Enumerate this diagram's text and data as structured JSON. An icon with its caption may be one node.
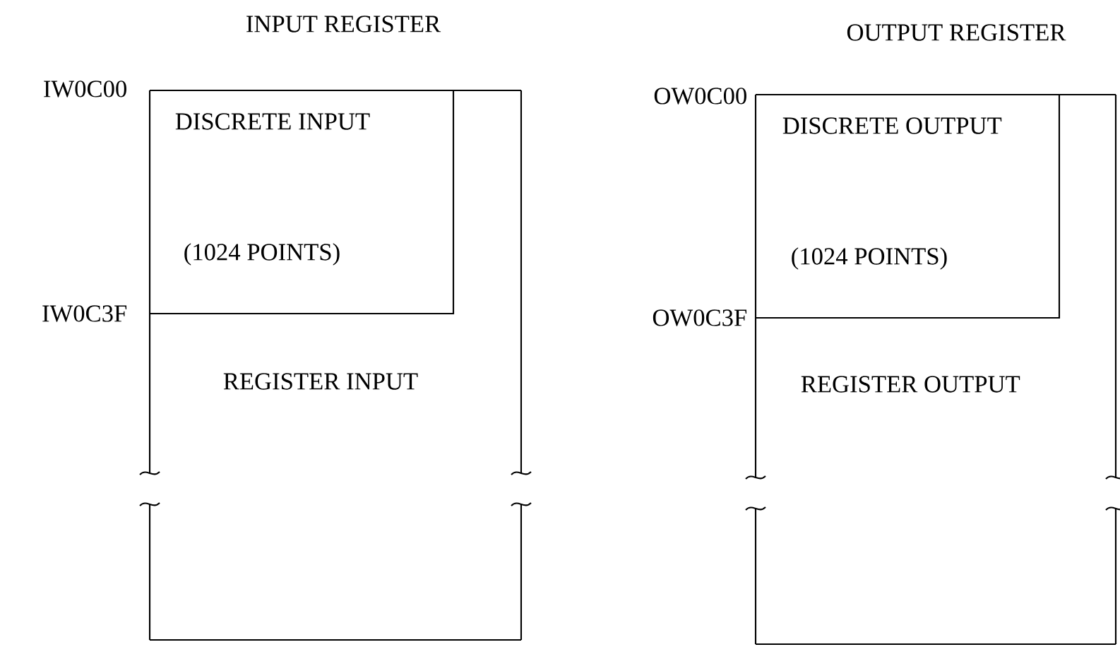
{
  "diagram": {
    "nodes": [
      {
        "text": [
          "REGISTER INPUT"
        ]
      },
      {
        "text": [
          "DISCRETE INPUT",
          "(1024 POINTS)"
        ],
        "in": 0
      },
      {
        "text": [
          "REGISTER OUTPUT"
        ]
      },
      {
        "text": [
          "DISCRETE OUTPUT",
          "(1024 POINTS)"
        ],
        "in": 2
      }
    ],
    "edges": [],
    "labels": [
      "INPUT REGISTER",
      "OUTPUT REGISTER",
      "IW0C00",
      "OW0C00",
      "IW0C3F",
      "OW0C3F"
    ]
  }
}
